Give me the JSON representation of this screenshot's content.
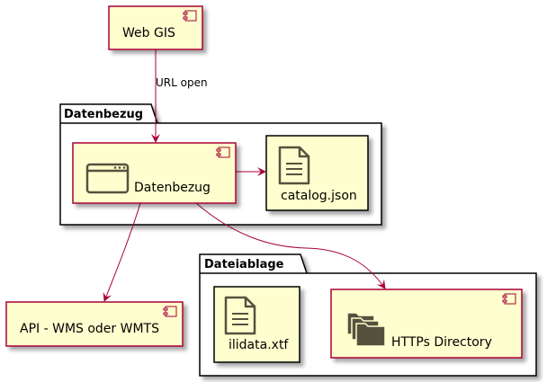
{
  "components": {
    "webgis": "Web GIS",
    "datenbezug": "Datenbezug",
    "api": "API - WMS oder WMTS",
    "https_directory": "HTTPs Directory"
  },
  "artifacts": {
    "catalog": "catalog.json",
    "ilidata": "ilidata.xtf"
  },
  "packages": {
    "datenbezug": "Datenbezug",
    "dateiablage": "Dateiablage"
  },
  "edges": {
    "url_open": "URL open"
  },
  "icons": {
    "component": "uml-component-icon",
    "window": "browser-window-icon",
    "file": "file-icon",
    "folders": "folders-icon"
  },
  "colors": {
    "node_fill": "#FEFECE",
    "node_border": "#A80036",
    "package_border": "#000000",
    "arrow": "#A80036",
    "icon_dark": "#54523e"
  }
}
